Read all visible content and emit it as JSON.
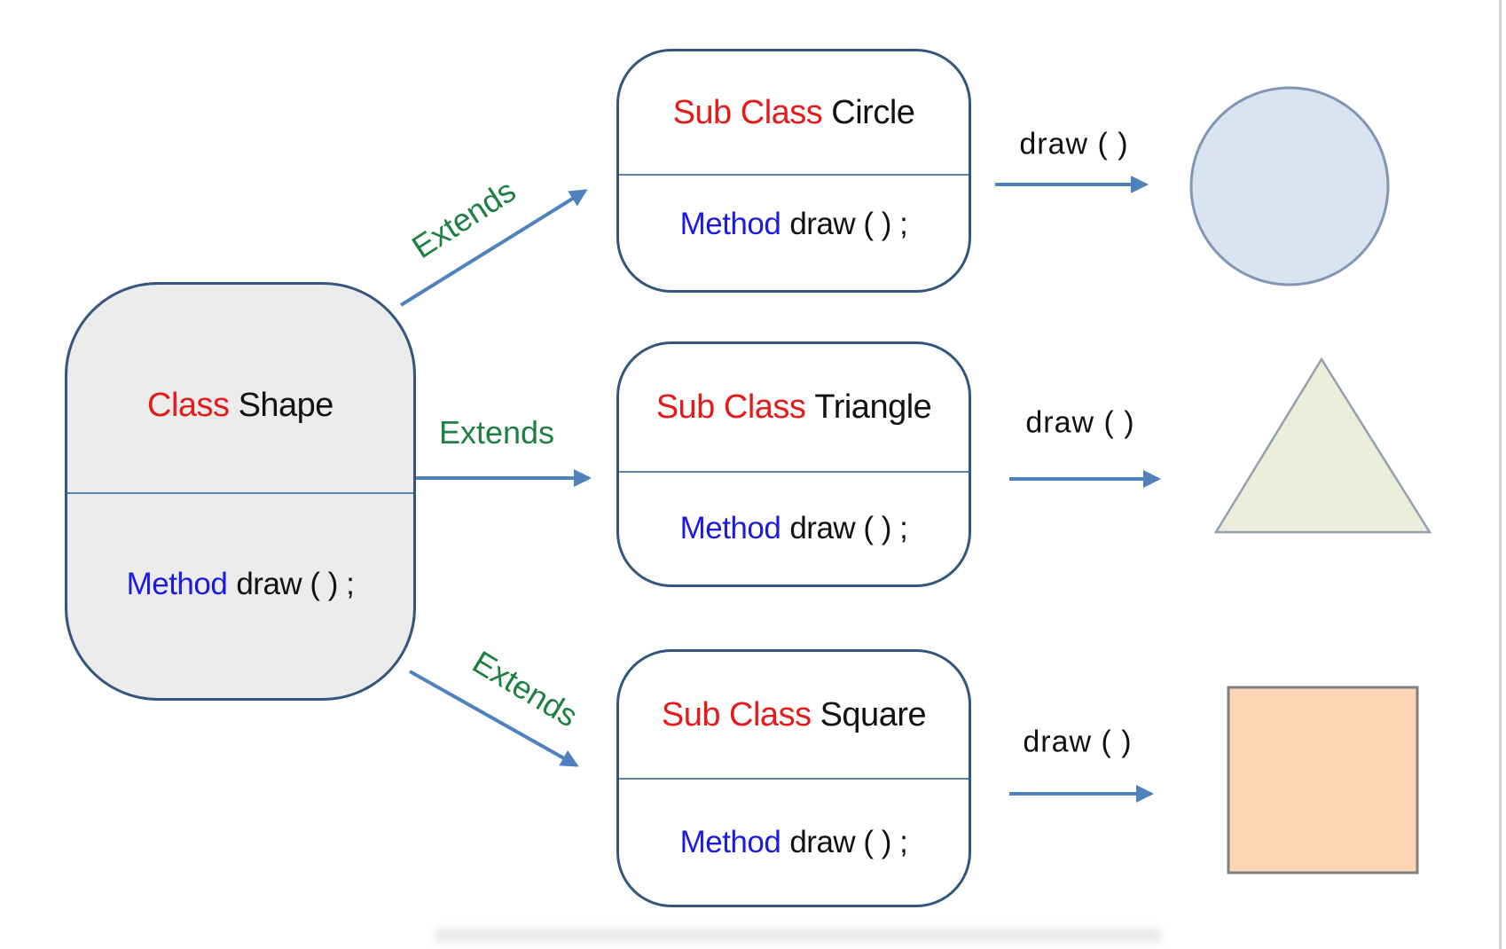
{
  "parent_class": {
    "keyword": "Class",
    "name": "Shape",
    "method_keyword": "Method",
    "method_signature": "draw ( ) ;"
  },
  "subclasses": [
    {
      "keyword": "Sub Class",
      "name": "Circle",
      "method_keyword": "Method",
      "method_signature": "draw ( ) ;",
      "extends_label": "Extends",
      "draw_label": "draw ( )",
      "result_shape": "circle"
    },
    {
      "keyword": "Sub Class",
      "name": "Triangle",
      "method_keyword": "Method",
      "method_signature": "draw ( ) ;",
      "extends_label": "Extends",
      "draw_label": "draw ( )",
      "result_shape": "triangle"
    },
    {
      "keyword": "Sub Class",
      "name": "Square",
      "method_keyword": "Method",
      "method_signature": "draw ( ) ;",
      "extends_label": "Extends",
      "draw_label": "draw ( )",
      "result_shape": "square"
    }
  ],
  "colors": {
    "box_border": "#35567c",
    "divider_line": "#5b84b1",
    "arrow_blue": "#4f81bd",
    "extends_green": "#1e8040",
    "keyword_red": "#e31b1b",
    "method_blue": "#1a1ae0",
    "text_black": "#111111",
    "parent_box_fill": "#ececec",
    "subclass_box_fill": "#ffffff",
    "circle_fill": "#dae3f0",
    "circle_stroke": "#8296b3",
    "triangle_fill": "#eaeedb",
    "triangle_stroke": "#94a0ad",
    "square_fill": "#fcd5b4",
    "square_stroke": "#808080"
  }
}
